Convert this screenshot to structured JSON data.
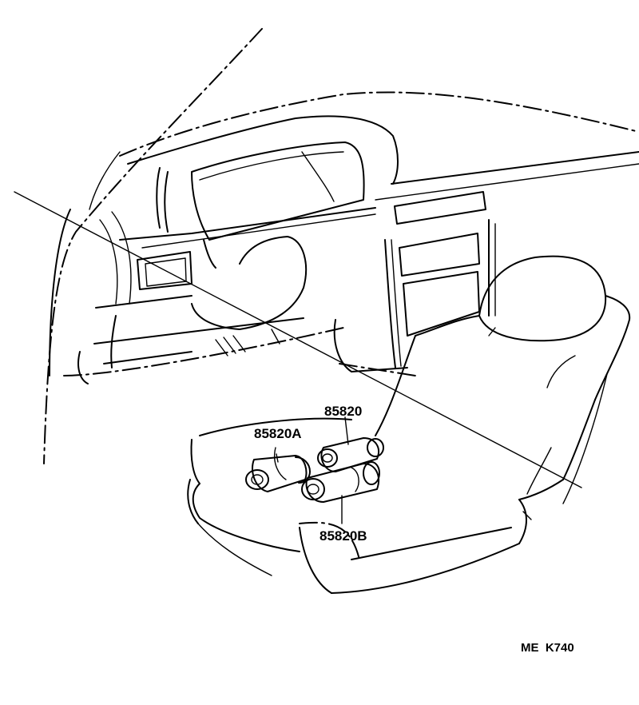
{
  "labels": {
    "part_main": "85820",
    "part_a": "85820A",
    "part_b": "85820B"
  },
  "footer": {
    "code": "ME  K740"
  }
}
